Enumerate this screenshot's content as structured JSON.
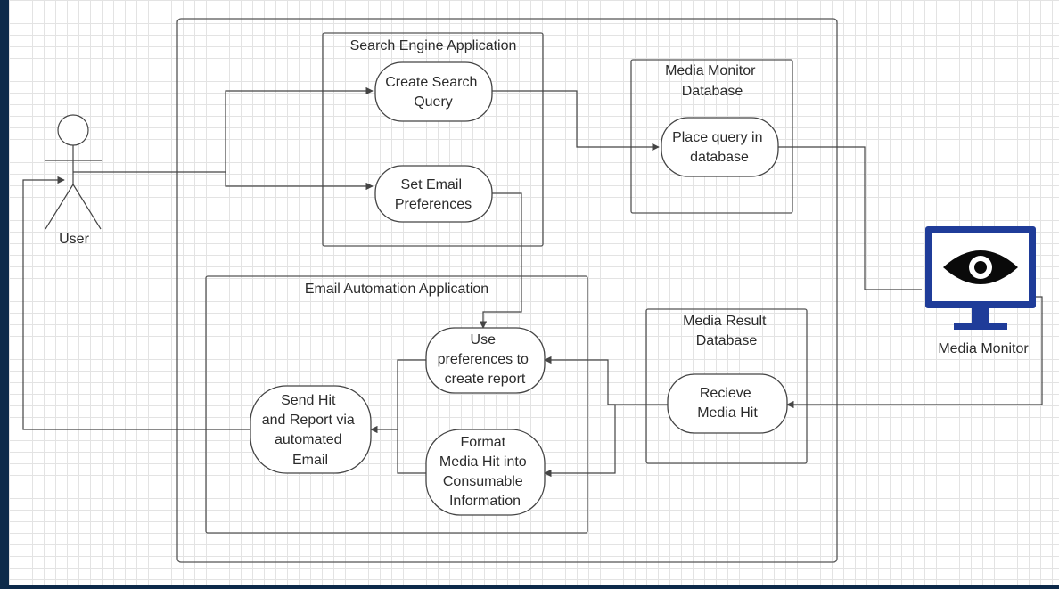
{
  "actors": {
    "user": "User",
    "media_monitor": "Media Monitor"
  },
  "containers": {
    "search_engine_app": "Search Engine Application",
    "media_monitor_db": [
      "Media Monitor",
      "Database"
    ],
    "email_automation_app": "Email Automation Application",
    "media_result_db": [
      "Media Result",
      "Database"
    ]
  },
  "use_cases": {
    "create_search_query": [
      "Create Search",
      "Query"
    ],
    "set_email_preferences": [
      "Set Email",
      "Preferences"
    ],
    "place_query": [
      "Place query in",
      "database"
    ],
    "use_preferences": [
      "Use",
      "preferences to",
      "create report"
    ],
    "send_hit": [
      "Send Hit",
      "and Report via",
      "automated",
      "Email"
    ],
    "format_media_hit": [
      "Format",
      "Media Hit into",
      "Consumable",
      "Information"
    ],
    "receive_media_hit": [
      "Recieve",
      "Media Hit"
    ]
  },
  "colors": {
    "monitor_frame": "#1f3c99",
    "line": "#444444",
    "frame_outer": "#0d2a4a"
  },
  "icons": {
    "monitor": "eye-monitor-icon"
  }
}
